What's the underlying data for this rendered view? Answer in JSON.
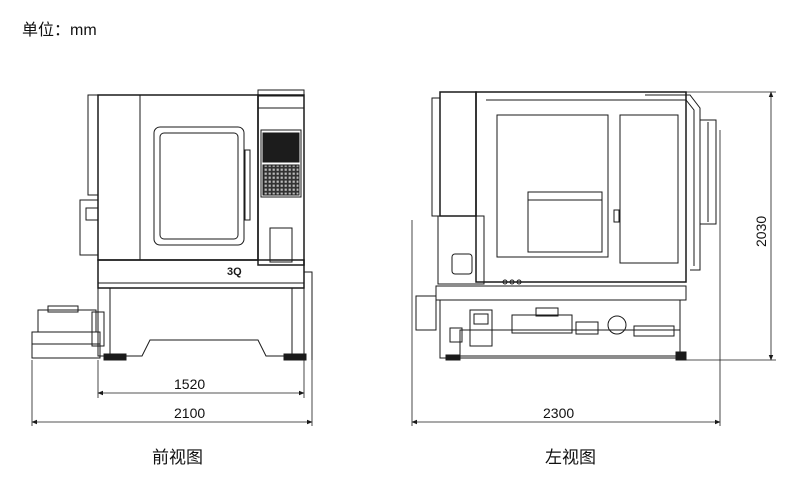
{
  "unit_label": "单位：mm",
  "front_view": {
    "caption": "前视图",
    "logo_text": "3Q",
    "dim_inner": "1520",
    "dim_outer": "2100"
  },
  "side_view": {
    "caption": "左视图",
    "dim_width": "2300",
    "dim_height": "2030"
  },
  "colors": {
    "line": "#1a1a1a",
    "fill": "#ffffff",
    "screen": "#1c1c1c"
  }
}
